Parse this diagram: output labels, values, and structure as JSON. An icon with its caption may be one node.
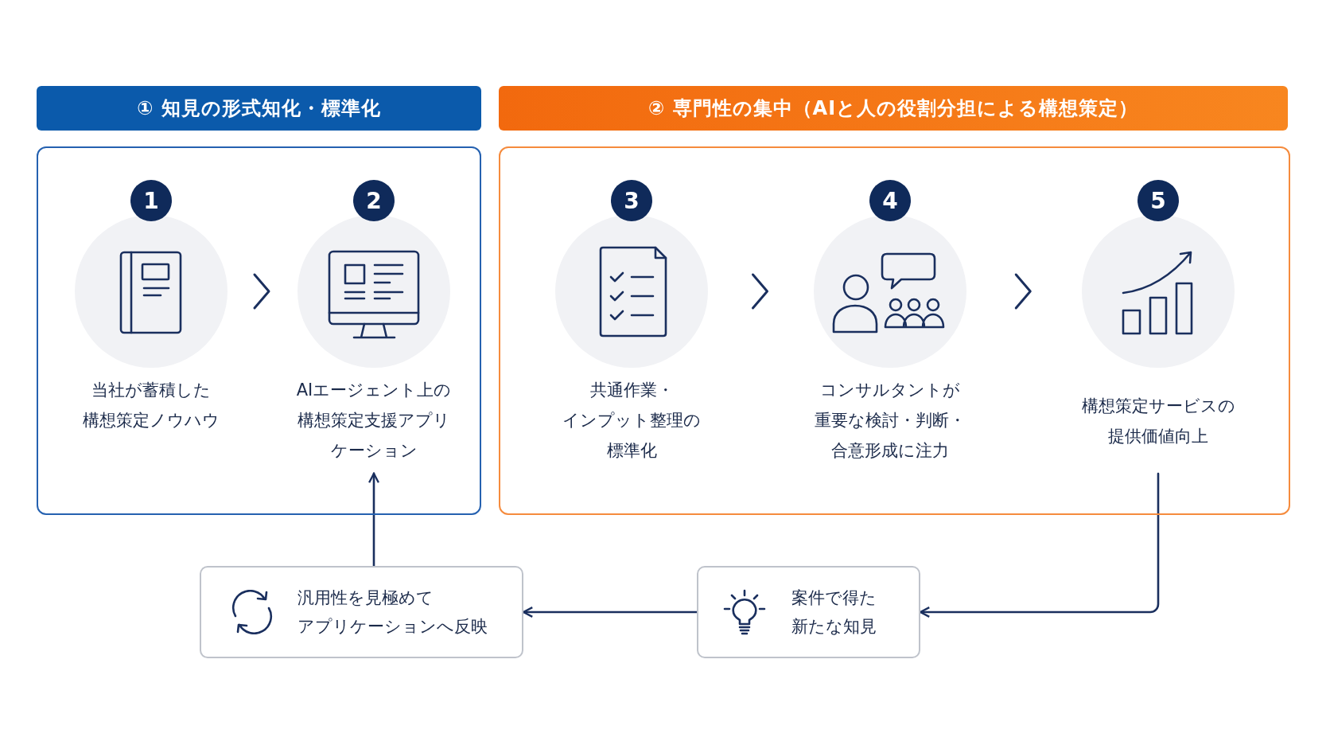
{
  "diagram": {
    "nodes": [
      {
        "text": [
          "① 知見の形式知化・標準化"
        ]
      },
      {
        "text": [],
        "shape": "box"
      },
      {
        "text": [
          "1",
          "当社が蓄積した構想策定ノウハウ"
        ],
        "in": 1
      },
      {
        "text": [
          "2",
          "AIエージェント上の構想策定支援アプリケーション"
        ],
        "in": 1
      },
      {
        "text": [
          "② 専門性の集中（AIと人の役割分担による構想策定）"
        ]
      },
      {
        "text": [],
        "shape": "box"
      },
      {
        "text": [
          "3",
          "共通作業・インプット整理の標準化"
        ],
        "in": 5
      },
      {
        "text": [
          "4",
          "コンサルタントが重要な検討・判断・合意形成に注力"
        ],
        "in": 5
      },
      {
        "text": [
          "5",
          "構想策定サービスの提供価値向上"
        ],
        "in": 5
      },
      {
        "text": [
          "汎用性を見極めてアプリケーションへ反映"
        ]
      },
      {
        "text": [
          "案件で得た新たな知見"
        ]
      }
    ],
    "edges": [
      {
        "from": 2,
        "to": 3,
        "arrow": "to"
      },
      {
        "from": 6,
        "to": 7,
        "arrow": "to"
      },
      {
        "from": 7,
        "to": 8,
        "arrow": "to"
      },
      {
        "from": 8,
        "to": 10,
        "arrow": "to"
      },
      {
        "from": 10,
        "to": 9,
        "arrow": "to"
      },
      {
        "from": 9,
        "to": 3,
        "arrow": "to"
      }
    ]
  }
}
